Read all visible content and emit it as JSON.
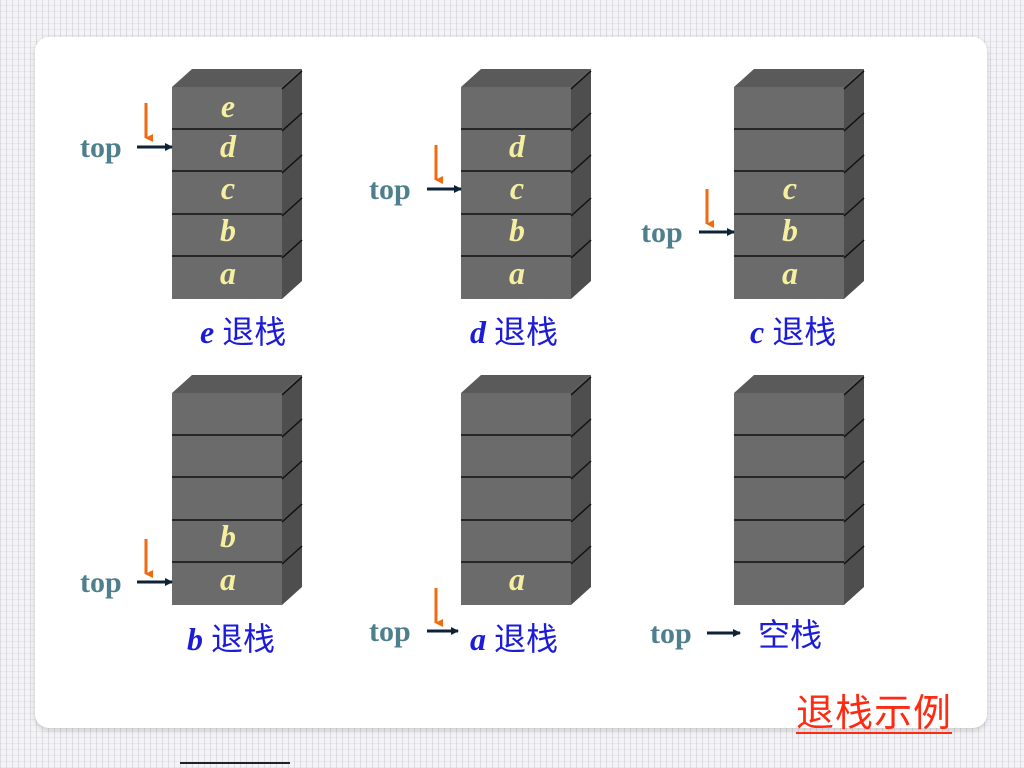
{
  "title": "退栈示例",
  "pointer_label": "top",
  "pop_word": "退栈",
  "colors": {
    "stack_front": "#6b6b6b",
    "stack_top": "#5a5a5a",
    "stack_side": "#4e4e4e",
    "cell_line": "#111111",
    "letter": "#f5ef9f",
    "pointer_text": "#4e7f8c",
    "orange_arrow": "#f06a10",
    "caption_blue": "#1c1cd8",
    "title_red": "#ff2a12"
  },
  "panels": [
    {
      "caption_letter": "e",
      "caption_text": "退栈",
      "items": [
        "a",
        "b",
        "c",
        "d",
        "e"
      ],
      "top_slot": 3
    },
    {
      "caption_letter": "d",
      "caption_text": "退栈",
      "items": [
        "a",
        "b",
        "c",
        "d"
      ],
      "top_slot": 2
    },
    {
      "caption_letter": "c",
      "caption_text": "退栈",
      "items": [
        "a",
        "b",
        "c"
      ],
      "top_slot": 1
    },
    {
      "caption_letter": "b",
      "caption_text": "退栈",
      "items": [
        "a",
        "b"
      ],
      "top_slot": 0
    },
    {
      "caption_letter": "a",
      "caption_text": "退栈",
      "items": [
        "a"
      ],
      "top_slot": -1
    },
    {
      "caption_letter": "",
      "caption_text": "空栈",
      "items": [],
      "top_slot": -1
    }
  ]
}
